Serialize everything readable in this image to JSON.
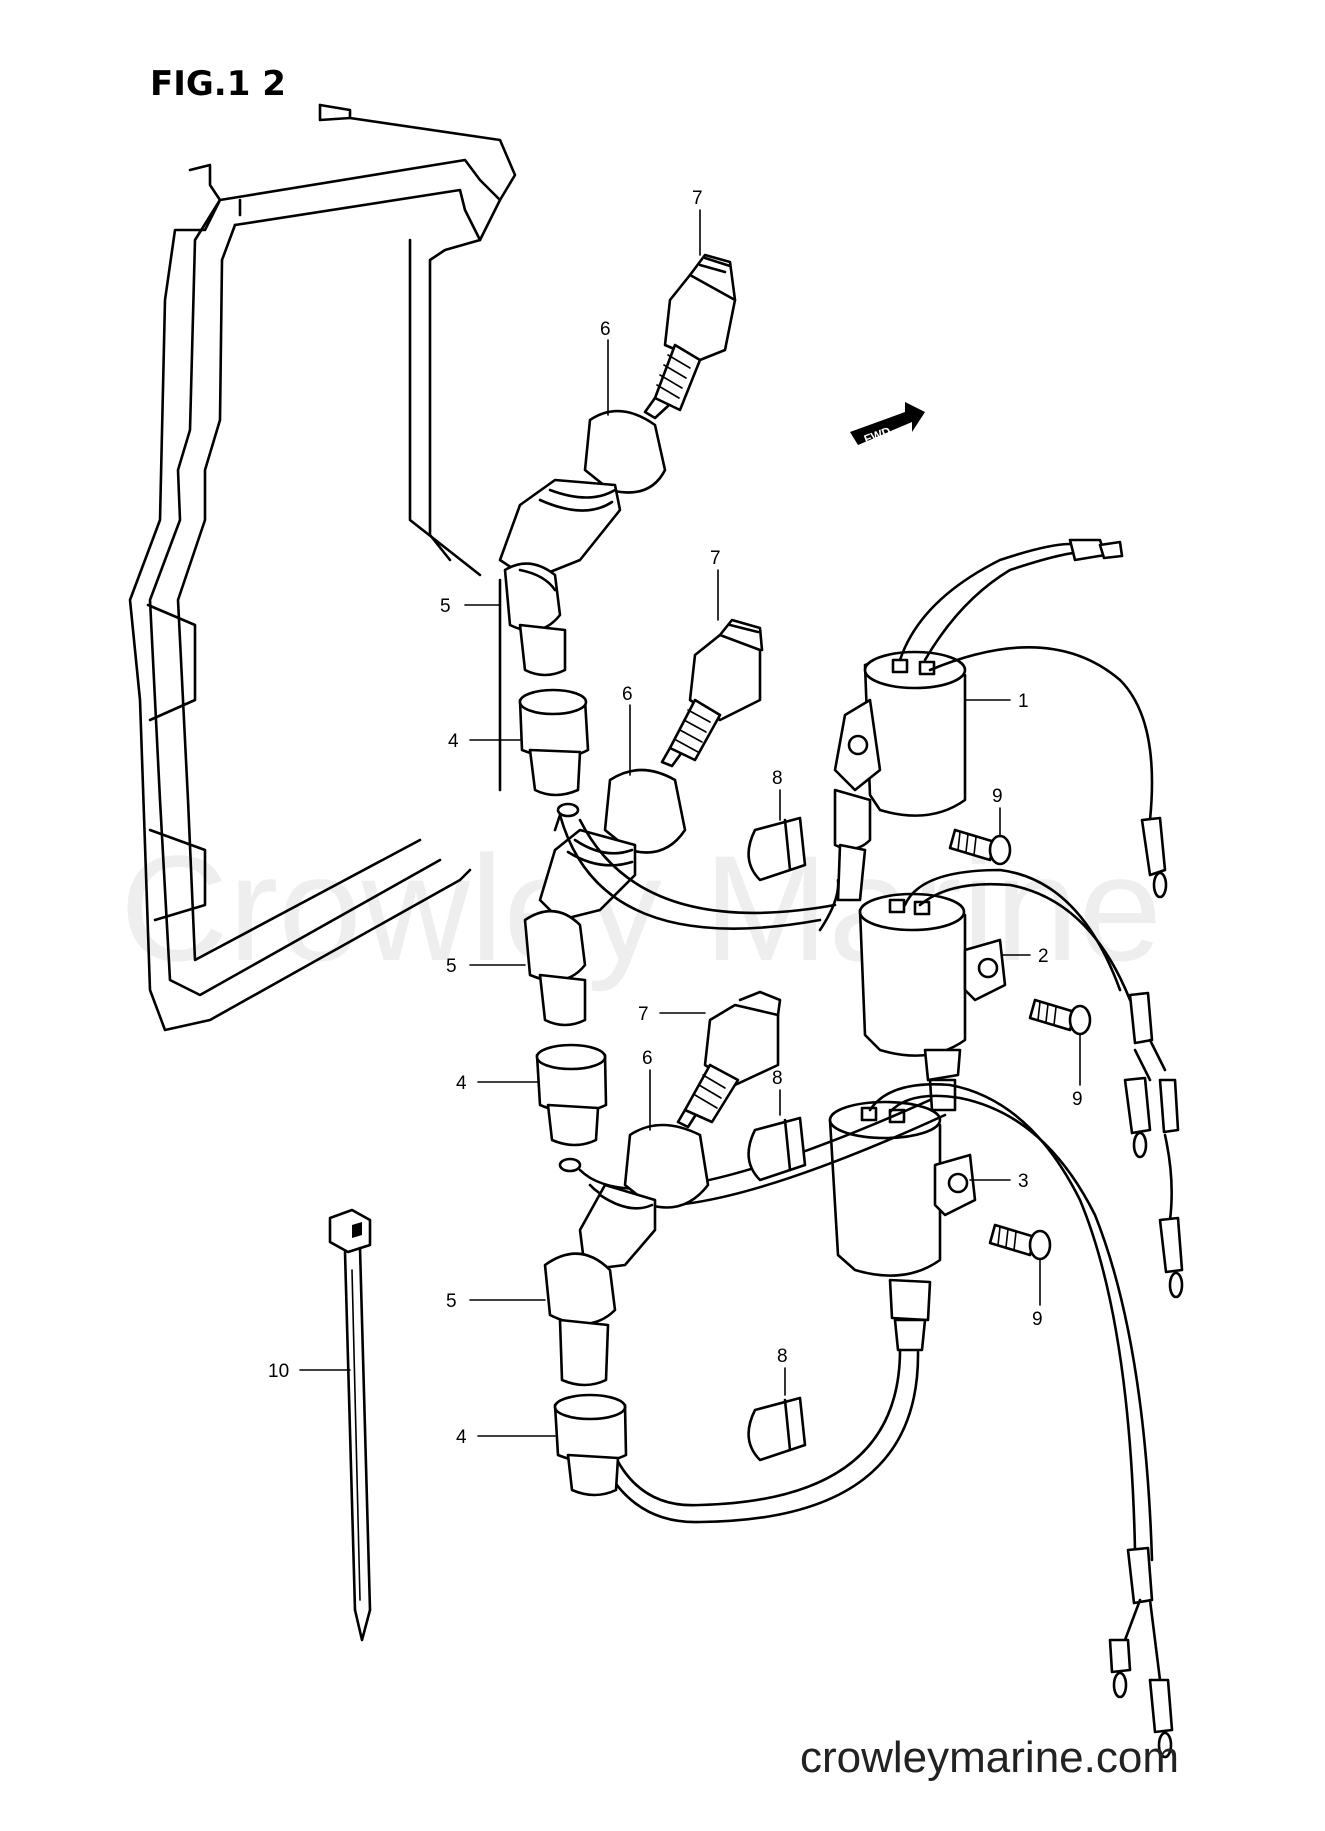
{
  "figure": {
    "title": "FIG.1 2"
  },
  "watermark": "Crowley Marine",
  "site": "crowleymarine.com",
  "fwd_label": "FWD",
  "callouts": [
    {
      "id": "c7a",
      "text": "7"
    },
    {
      "id": "c6a",
      "text": "6"
    },
    {
      "id": "c5a",
      "text": "5"
    },
    {
      "id": "c4a",
      "text": "4"
    },
    {
      "id": "c7b",
      "text": "7"
    },
    {
      "id": "c6b",
      "text": "6"
    },
    {
      "id": "c1",
      "text": "1"
    },
    {
      "id": "c8a",
      "text": "8"
    },
    {
      "id": "c9a",
      "text": "9"
    },
    {
      "id": "c5b",
      "text": "5"
    },
    {
      "id": "c2",
      "text": "2"
    },
    {
      "id": "c7c",
      "text": "7"
    },
    {
      "id": "c4b",
      "text": "4"
    },
    {
      "id": "c6c",
      "text": "6"
    },
    {
      "id": "c8b",
      "text": "8"
    },
    {
      "id": "c9b",
      "text": "9"
    },
    {
      "id": "c3",
      "text": "3"
    },
    {
      "id": "c5c",
      "text": "5"
    },
    {
      "id": "c9c",
      "text": "9"
    },
    {
      "id": "c10",
      "text": "10"
    },
    {
      "id": "c8c",
      "text": "8"
    },
    {
      "id": "c4c",
      "text": "4"
    }
  ]
}
